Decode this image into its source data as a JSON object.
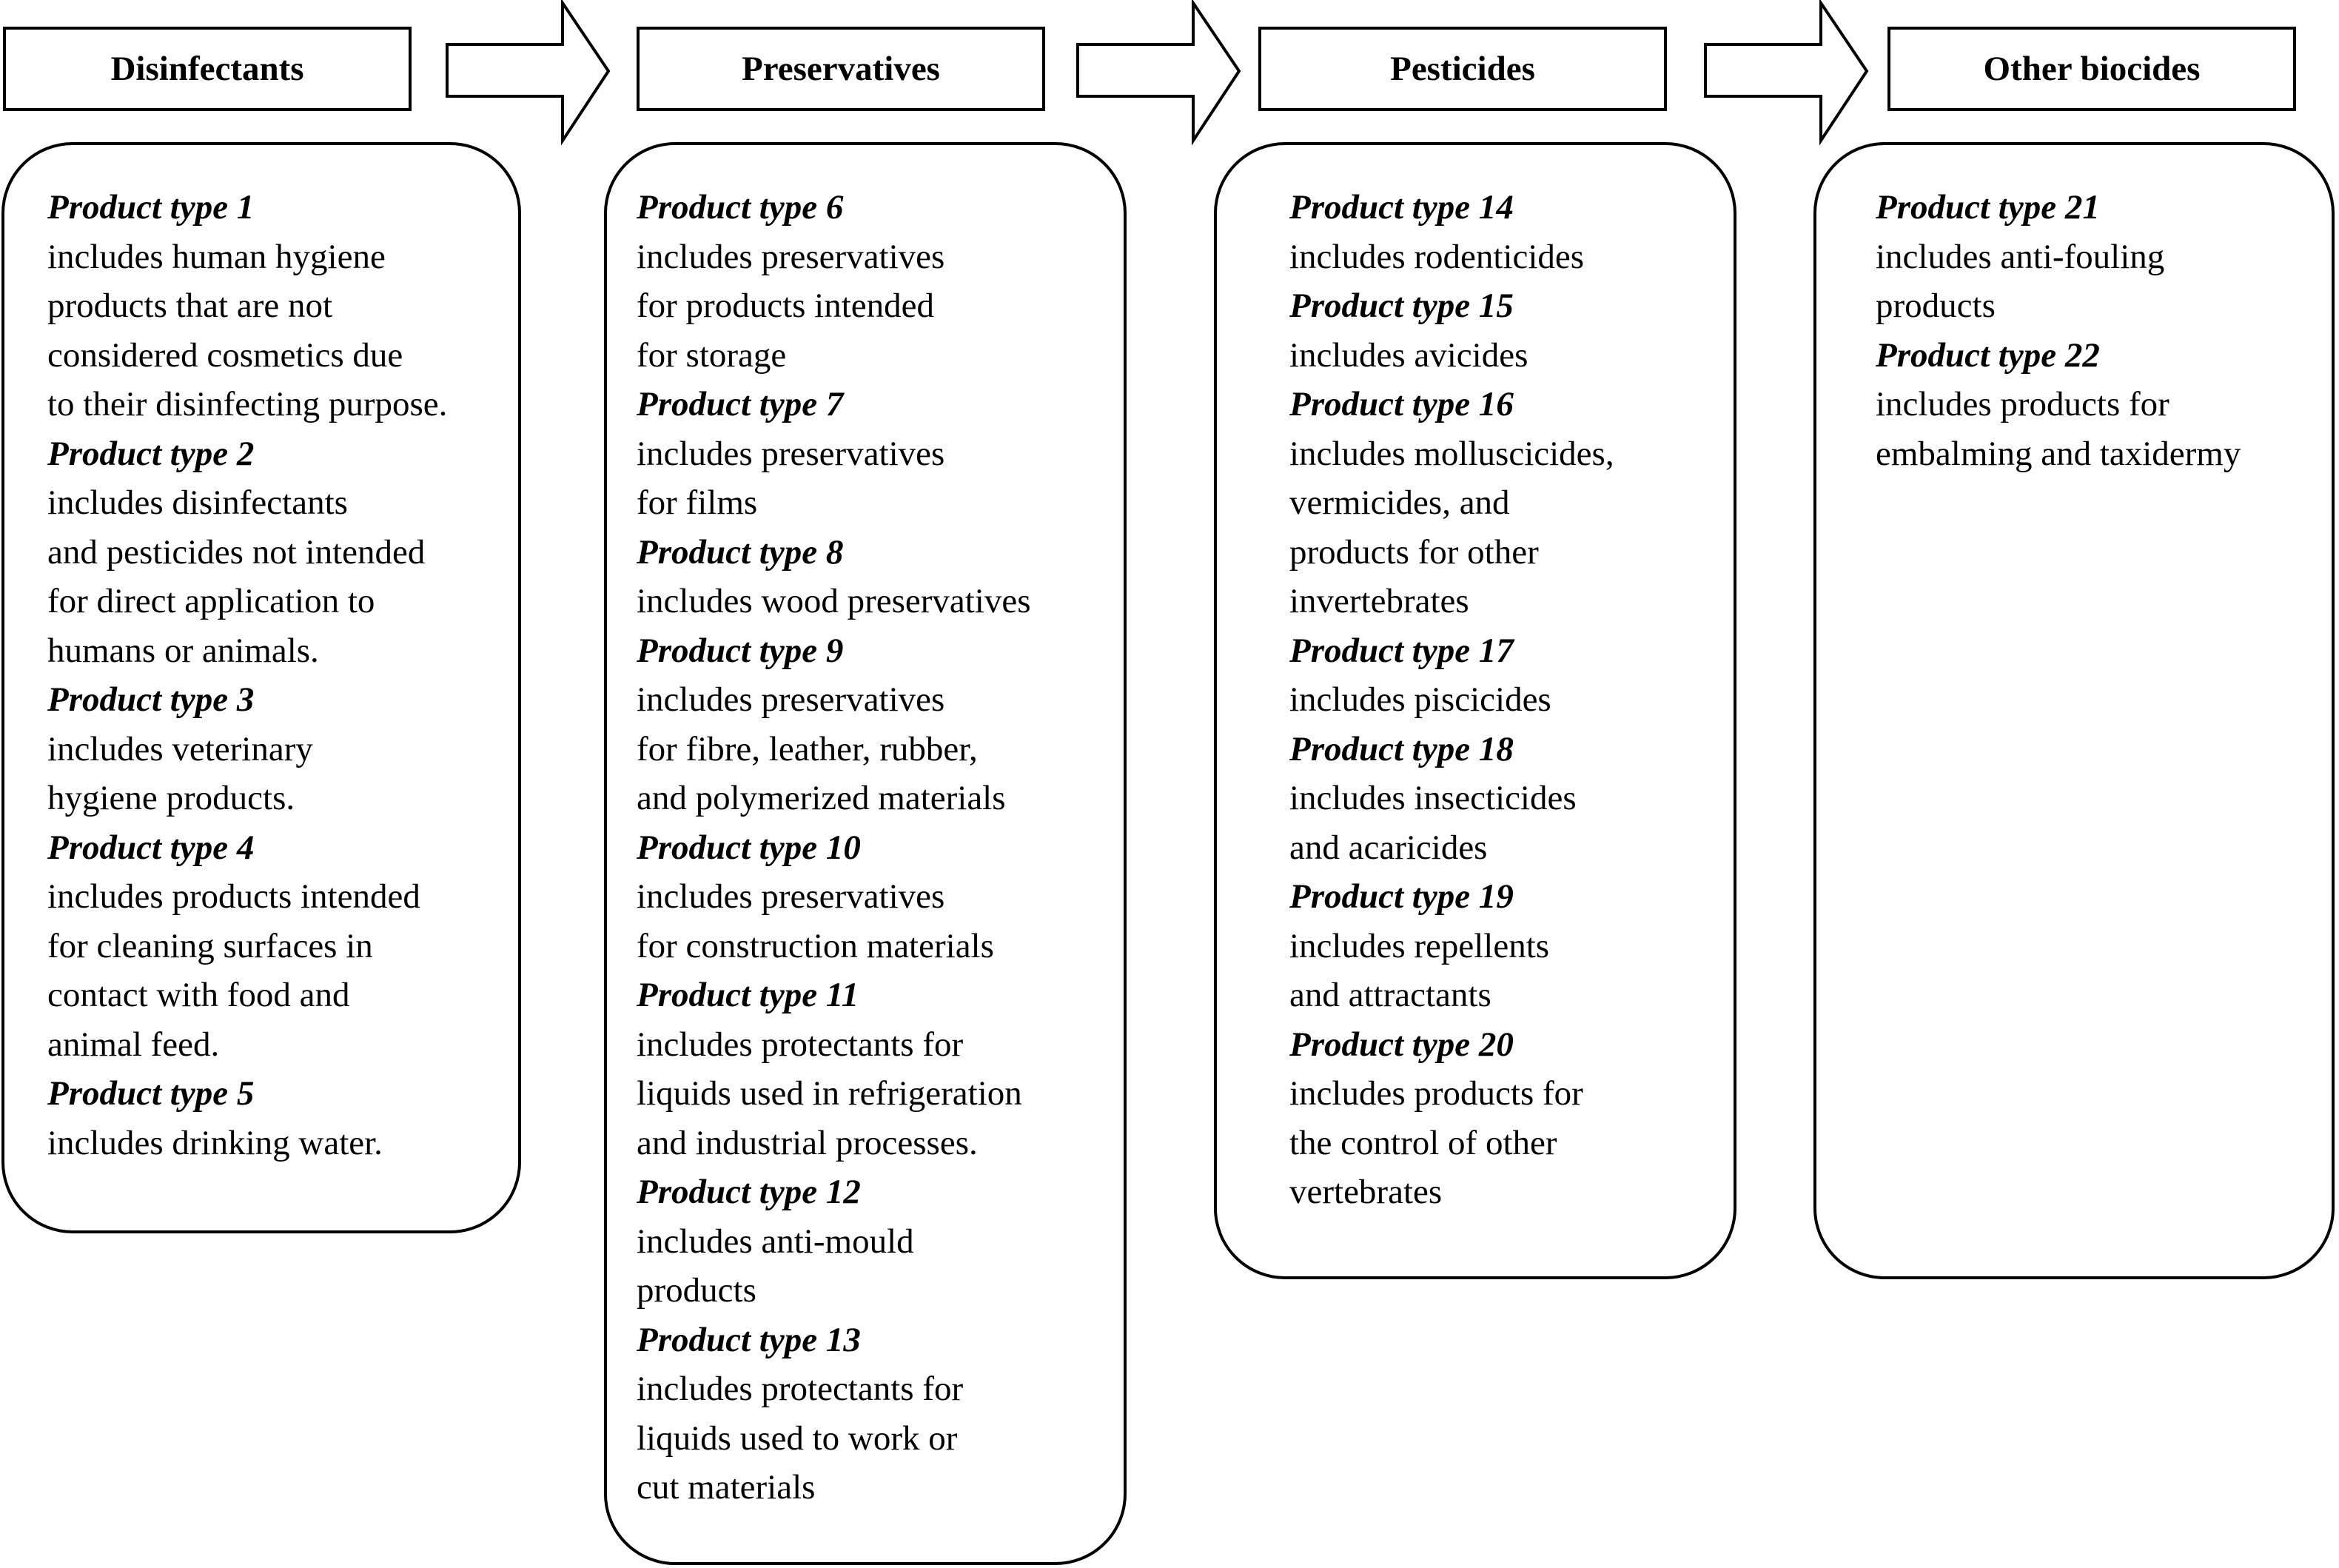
{
  "categories": [
    {
      "title": "Disinfectants",
      "items": [
        {
          "label": "Product type 1",
          "lines": [
            "includes human hygiene",
            "products that are not",
            "considered cosmetics due",
            "to their disinfecting purpose."
          ]
        },
        {
          "label": "Product type 2",
          "lines": [
            "includes disinfectants",
            "and pesticides not intended",
            "for direct application to",
            "humans or animals."
          ]
        },
        {
          "label": "Product type 3",
          "lines": [
            "includes veterinary",
            "hygiene products."
          ]
        },
        {
          "label": "Product type 4",
          "lines": [
            "includes products intended",
            "for cleaning surfaces in",
            "contact with food and",
            "animal feed."
          ]
        },
        {
          "label": "Product type 5",
          "lines": [
            "includes drinking water."
          ]
        }
      ]
    },
    {
      "title": "Preservatives",
      "items": [
        {
          "label": "Product type 6",
          "lines": [
            "includes preservatives",
            "for products intended",
            "for storage"
          ]
        },
        {
          "label": "Product type 7",
          "lines": [
            "includes preservatives",
            "for films"
          ]
        },
        {
          "label": "Product type 8",
          "lines": [
            "includes wood preservatives"
          ]
        },
        {
          "label": "Product type 9",
          "lines": [
            "includes preservatives",
            "for fibre, leather, rubber,",
            "and polymerized materials"
          ]
        },
        {
          "label": "Product type 10",
          "lines": [
            "includes preservatives",
            "for construction materials"
          ]
        },
        {
          "label": "Product type 11",
          "lines": [
            "includes protectants for",
            "liquids used in refrigeration",
            "and industrial processes."
          ]
        },
        {
          "label": "Product type 12",
          "lines": [
            "includes anti-mould",
            "products"
          ]
        },
        {
          "label": "Product type 13",
          "lines": [
            "includes protectants for",
            "liquids used to work or",
            "cut materials"
          ]
        }
      ]
    },
    {
      "title": "Pesticides",
      "items": [
        {
          "label": "Product type 14",
          "lines": [
            "includes rodenticides"
          ]
        },
        {
          "label": "Product type 15",
          "lines": [
            "includes avicides"
          ]
        },
        {
          "label": "Product type 16",
          "lines": [
            "includes molluscicides,",
            "vermicides, and",
            "products for other",
            "invertebrates"
          ]
        },
        {
          "label": "Product type 17",
          "lines": [
            "includes piscicides"
          ]
        },
        {
          "label": "Product type 18",
          "lines": [
            "includes insecticides",
            "and acaricides"
          ]
        },
        {
          "label": "Product type 19",
          "lines": [
            "includes repellents",
            "and attractants"
          ]
        },
        {
          "label": "Product type 20",
          "lines": [
            "includes products for",
            "the control of other",
            "vertebrates"
          ]
        }
      ]
    },
    {
      "title": "Other biocides",
      "items": [
        {
          "label": "Product type 21",
          "lines": [
            "includes anti-fouling",
            "products"
          ]
        },
        {
          "label": "Product type 22",
          "lines": [
            "includes products for",
            "embalming and taxidermy"
          ]
        }
      ]
    }
  ]
}
